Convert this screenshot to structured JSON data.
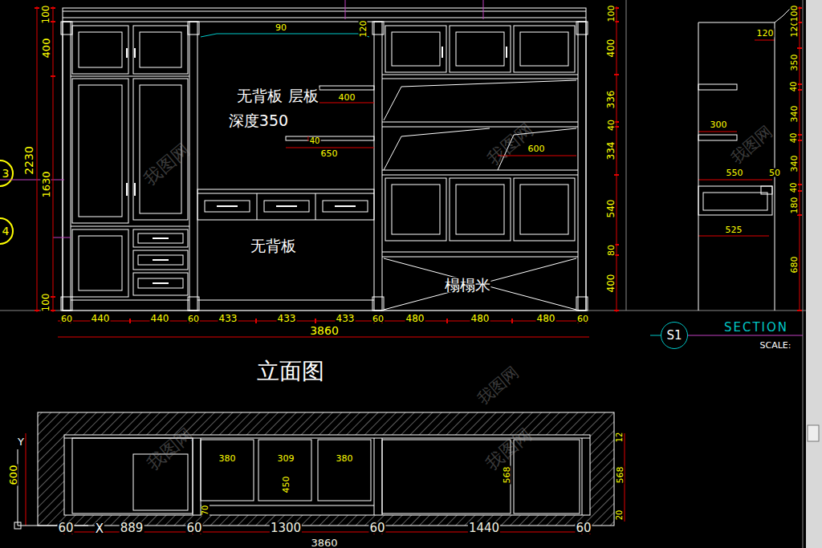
{
  "diagram": {
    "nodes": [
      {
        "text": [
          "S1"
        ]
      }
    ],
    "labels": [
      "100",
      "400",
      "2230",
      "1630",
      "100",
      "3",
      "4",
      "90",
      "120",
      "无背板 层板",
      "深度350",
      "400",
      "40",
      "650",
      "600",
      "无背板",
      "榻榻米",
      "100",
      "400",
      "336",
      "40",
      "334",
      "540",
      "80",
      "400",
      "60",
      "440",
      "440",
      "60",
      "433",
      "433",
      "433",
      "60",
      "480",
      "480",
      "480",
      "60",
      "3860",
      "立面图",
      "120",
      "120",
      "100",
      "350",
      "40",
      "340",
      "40",
      "340",
      "40",
      "180",
      "680",
      "300",
      "550",
      "50",
      "525",
      "SECTION",
      "SCALE:",
      "600",
      "380",
      "309",
      "380",
      "450",
      "568",
      "12",
      "568",
      "20",
      "70",
      "60",
      "889",
      "60",
      "1300",
      "60",
      "1440",
      "60",
      "3860",
      "我图网",
      "我图网",
      "我图网",
      "我图网",
      "我图网",
      "我图网",
      "X",
      "Y"
    ]
  }
}
